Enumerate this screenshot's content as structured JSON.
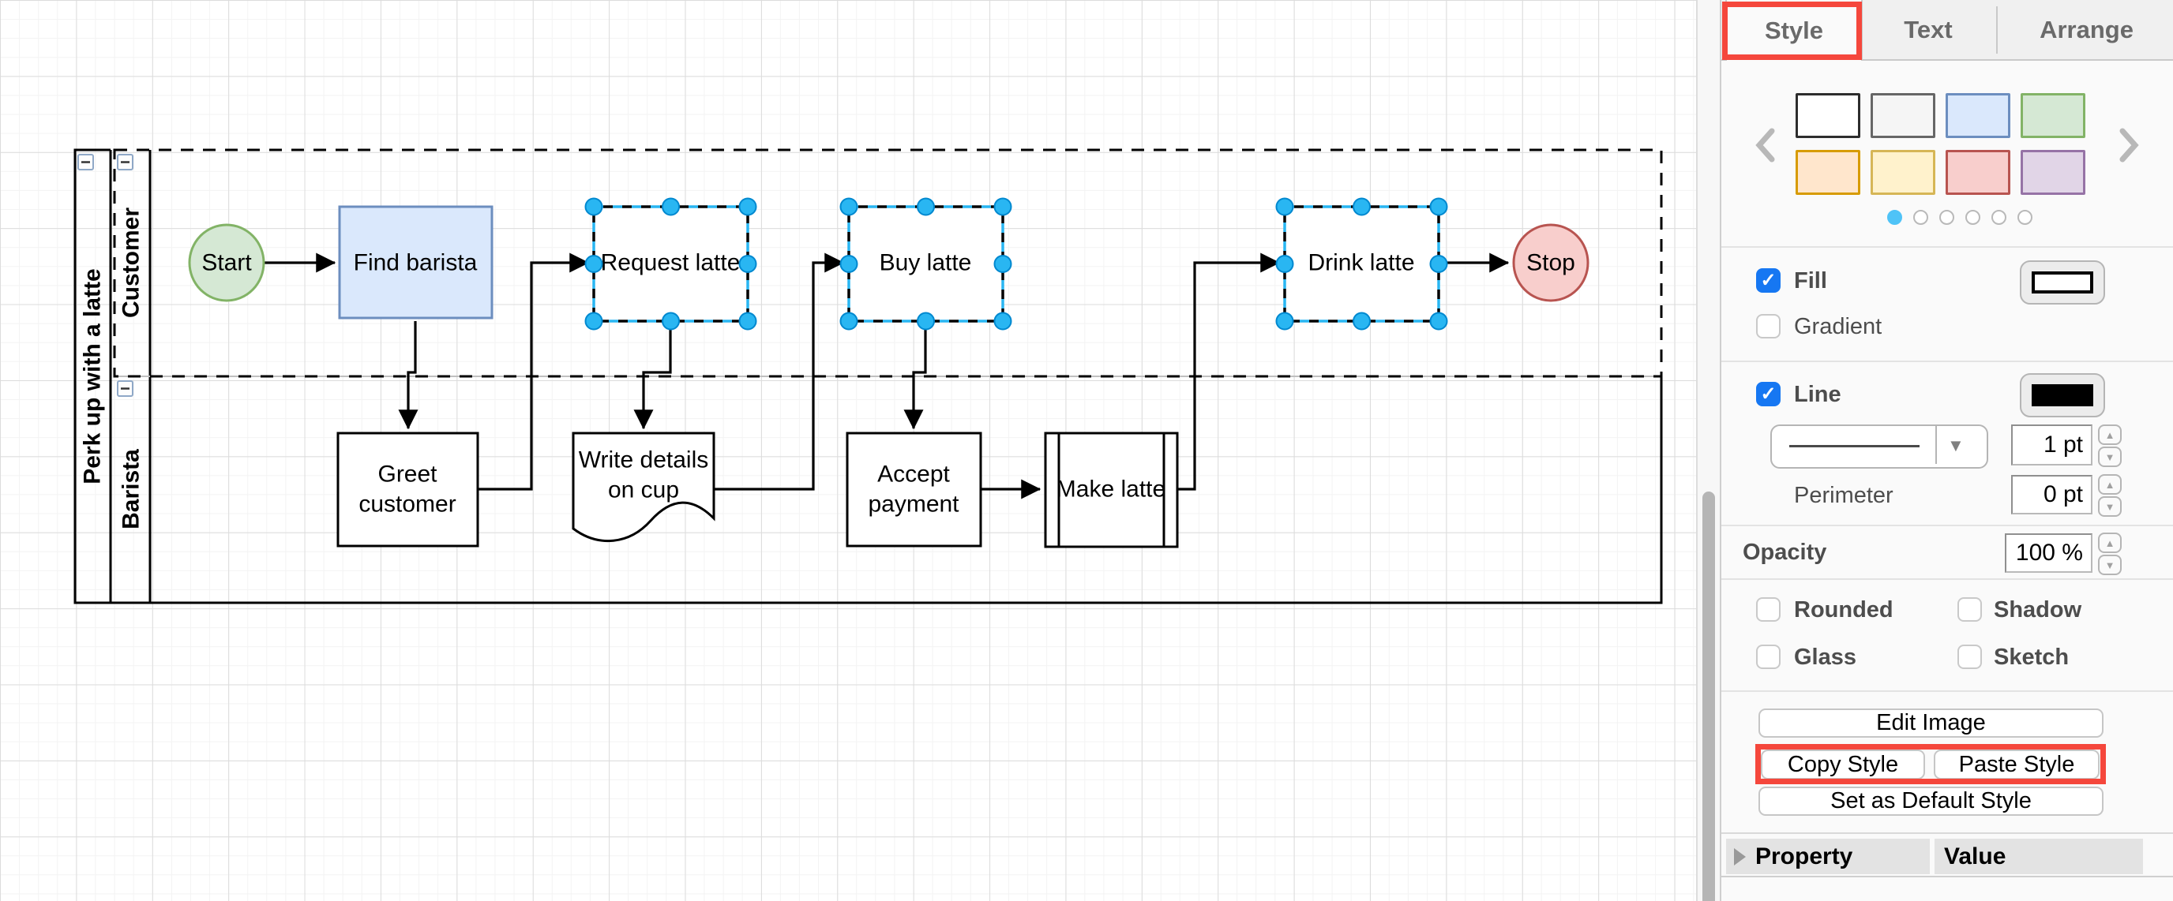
{
  "diagram": {
    "pool_title": "Perk up with a latte",
    "lanes": {
      "customer": "Customer",
      "barista": "Barista"
    },
    "nodes": {
      "start": {
        "label": "Start",
        "type": "start-event",
        "fill": "#d5e8d4",
        "stroke": "#82b366"
      },
      "find": {
        "label": "Find barista",
        "type": "task",
        "fill": "#dae8fc",
        "stroke": "#6c8ebf"
      },
      "request": {
        "label": "Request latte",
        "type": "task",
        "selected": true,
        "fill": "#ffffff"
      },
      "buy": {
        "label": "Buy latte",
        "type": "task",
        "selected": true,
        "fill": "#ffffff"
      },
      "drink": {
        "label": "Drink latte",
        "type": "task",
        "selected": true,
        "fill": "#ffffff"
      },
      "stop": {
        "label": "Stop",
        "type": "end-event",
        "fill": "#f8cecc",
        "stroke": "#b85450"
      },
      "greet": {
        "lines": [
          "Greet",
          "customer"
        ],
        "type": "task",
        "fill": "#ffffff"
      },
      "write": {
        "lines": [
          "Write details",
          "on cup"
        ],
        "type": "document",
        "fill": "#ffffff"
      },
      "accept": {
        "lines": [
          "Accept",
          "payment"
        ],
        "type": "task",
        "fill": "#ffffff"
      },
      "make": {
        "label": "Make latte",
        "type": "subprocess",
        "fill": "#ffffff"
      }
    },
    "selection": {
      "handle_fill": "#29b6f2",
      "handle_stroke": "#0088cf",
      "dash_black": "#000000"
    },
    "minus_glyph": "−"
  },
  "panel": {
    "tabs": {
      "style": "Style",
      "text": "Text",
      "arrange": "Arrange"
    },
    "annotation_color": "#f5473c",
    "swatches": [
      {
        "fill": "#ffffff",
        "stroke": "#2d2d2d"
      },
      {
        "fill": "#f5f5f5",
        "stroke": "#666666"
      },
      {
        "fill": "#dae8fc",
        "stroke": "#6c8ebf"
      },
      {
        "fill": "#d5e8d4",
        "stroke": "#82b366"
      },
      {
        "fill": "#ffe6cc",
        "stroke": "#d79b00"
      },
      {
        "fill": "#fff2cc",
        "stroke": "#d6b656"
      },
      {
        "fill": "#f8cecc",
        "stroke": "#b85450"
      },
      {
        "fill": "#e1d5e7",
        "stroke": "#9673a6"
      }
    ],
    "dots": {
      "count": 6,
      "active": 0,
      "active_color": "#4fc3f7"
    },
    "fill": {
      "label": "Fill",
      "checked": true,
      "color": "#ffffff"
    },
    "gradient": {
      "label": "Gradient",
      "checked": false
    },
    "line": {
      "label": "Line",
      "checked": true,
      "color": "#000000",
      "width": "1 pt"
    },
    "perimeter": {
      "label": "Perimeter",
      "value": "0 pt"
    },
    "opacity": {
      "label": "Opacity",
      "value": "100 %"
    },
    "toggles": {
      "rounded": {
        "label": "Rounded",
        "checked": false
      },
      "shadow": {
        "label": "Shadow",
        "checked": false
      },
      "glass": {
        "label": "Glass",
        "checked": false
      },
      "sketch": {
        "label": "Sketch",
        "checked": false
      }
    },
    "buttons": {
      "edit_image": "Edit Image",
      "copy_style": "Copy Style",
      "paste_style": "Paste Style",
      "set_default": "Set as Default Style"
    },
    "grid_header": {
      "property": "Property",
      "value": "Value"
    }
  }
}
